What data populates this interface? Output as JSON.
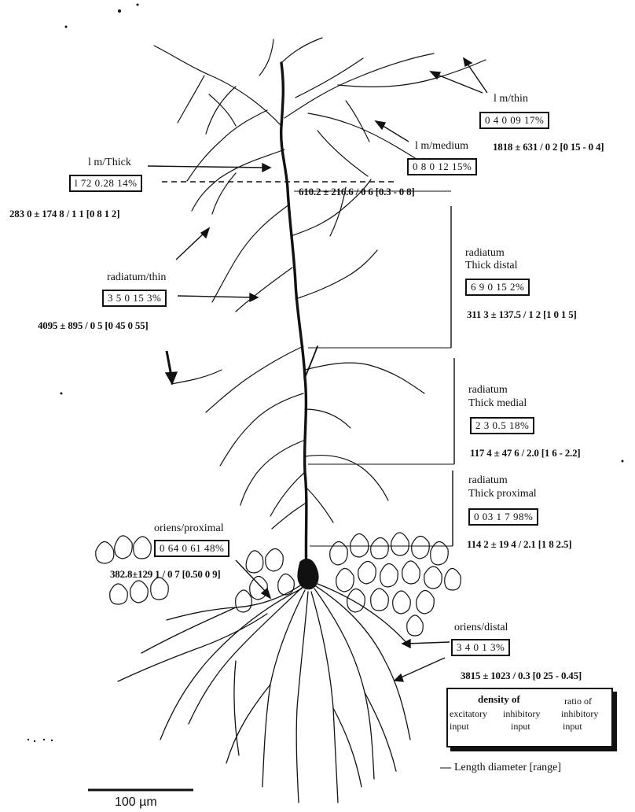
{
  "labels": {
    "lm_thin": "l m/thin",
    "lm_thin_box": "0 4  0 09 17%",
    "lm_medium": "l m/medium",
    "lm_medium_stat": "1818 ± 631 / 0 2 [0 15 - 0 4]",
    "lm_medium_box": "0 8  0 12 15%",
    "lm_thick": "l m/Thick",
    "lm_thick_box": "l 72  0.28 14%",
    "lm_thick_stat_right": "610.2 ± 216.6 / 0 6 [0.3 - 0 8]",
    "lm_thick_stat_left": "283 0 ± 174 8 / 1 1 [0 8   1 2]",
    "rad_thin": "radiatum/thin",
    "rad_thin_box": "3 5  0 15  3%",
    "rad_thin_stat": "4095 ± 895 / 0 5 [0 45   0 55]",
    "rad_distal_1": "radiatum",
    "rad_distal_2": "Thick distal",
    "rad_distal_box": "6 9  0 15  2%",
    "rad_distal_stat": "311 3 ± 137.5 / 1 2 [1 0   1 5]",
    "rad_medial_1": "radiatum",
    "rad_medial_2": "Thick medial",
    "rad_medial_box": "2 3  0.5  18%",
    "rad_medial_stat": "117 4 ± 47 6 / 2.0 [1 6 - 2.2]",
    "rad_prox_1": "radiatum",
    "rad_prox_2": "Thick proximal",
    "rad_prox_box": "0 03  1 7  98%",
    "rad_prox_stat": "114 2 ± 19 4 / 2.1 [1 8   2.5]",
    "oriens_prox": "oriens/proximal",
    "oriens_prox_box": "0 64  0 61 48%",
    "oriens_prox_stat": "382.8±129 1 / 0 7 [0.50   0 9]",
    "oriens_distal": "oriens/distal",
    "oriens_distal_box": "3 4  0 1   3%",
    "oriens_distal_stat": "3815 ± 1023 / 0.3 [0 25 - 0.45]"
  },
  "legend": {
    "col1": [
      "density of",
      "excitatory",
      "input"
    ],
    "col2": [
      "inhibitory",
      "input"
    ],
    "col3": [
      "ratio of",
      "inhibitory",
      "input"
    ],
    "length_caption": "Length   diameter [range]"
  },
  "scale_bar": "100 µm",
  "colors": {
    "ink": "#111111",
    "paper": "#ffffff"
  }
}
